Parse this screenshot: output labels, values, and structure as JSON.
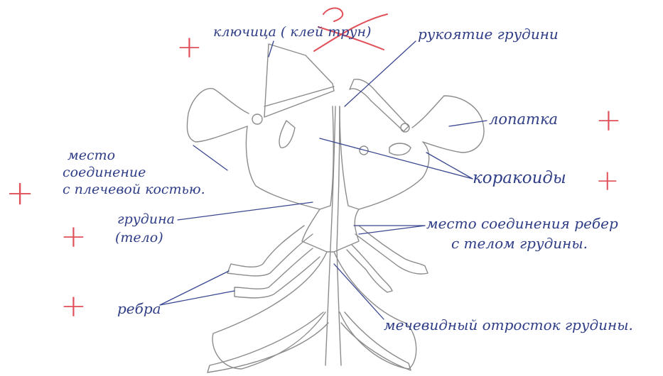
{
  "labels": {
    "clavicle": "ключица ( клей трун)",
    "manubrium": "рукоятие грудини",
    "scapula": "лопатка",
    "coracoid": "коракоиды",
    "junction_line1": "место",
    "junction_line2": "соединение",
    "junction_line3": "с плечевой костью.",
    "sternum_line1": "грудина",
    "sternum_line2": "(тело)",
    "rib_junction_line1": "место соединения ребер",
    "rib_junction_line2": "с телом грудины.",
    "ribs": "ребра",
    "xiphoid": "мечевидный отросток грудины."
  },
  "marks": {
    "plus": "+"
  },
  "colors": {
    "ink": "#2f3d86",
    "pencil": "#8a8a8a",
    "correction": "#e0505a"
  }
}
